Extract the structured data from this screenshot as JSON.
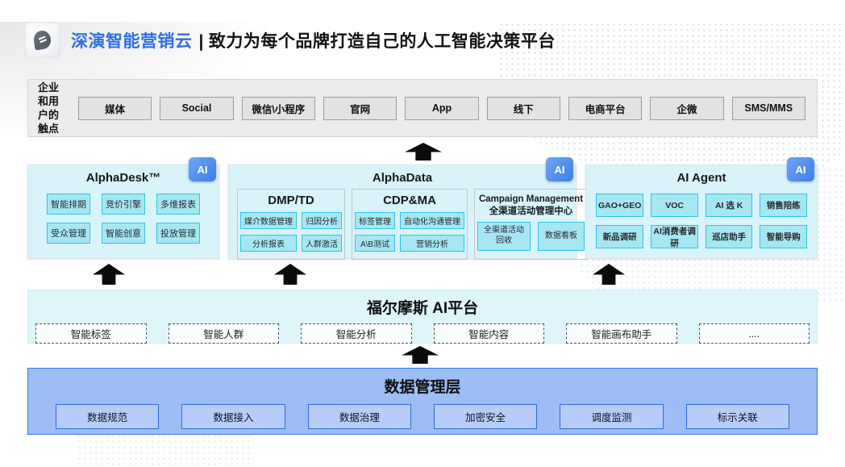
{
  "header": {
    "brand": "深演智能营销云",
    "divider": "|",
    "tagline": "致力为每个品牌打造自己的人工智能决策平台"
  },
  "touchpoints": {
    "label_lines": [
      "企业",
      "和用",
      "户的",
      "触点"
    ],
    "items": [
      "媒体",
      "Social",
      "微信\\小程序",
      "官网",
      "App",
      "线下",
      "电商平台",
      "企微",
      "SMS/MMS"
    ]
  },
  "panels": {
    "alphadesk": {
      "title": "AlphaDesk™",
      "badge": "AI",
      "items": [
        "智能排期",
        "竞价引擎",
        "多维报表",
        "受众管理",
        "智能创意",
        "投放管理"
      ]
    },
    "alphadata": {
      "title": "AlphaData",
      "badge": "AI",
      "groups": [
        {
          "title": "DMP/TD",
          "items": [
            "媒介数据管理",
            "归因分析",
            "分析报表",
            "人群激活"
          ]
        },
        {
          "title": "CDP&MA",
          "items": [
            "标签管理",
            "自动化沟通管理",
            "A\\B测试",
            "营销分析"
          ]
        },
        {
          "title": "Campaign Management",
          "subtitle": "全渠道活动管理中心",
          "items": [
            "全渠道活动回收",
            "数据看板"
          ]
        }
      ]
    },
    "aiagent": {
      "title": "AI Agent",
      "badge": "AI",
      "items": [
        "GAO+GEO",
        "VOC",
        "AI 选 K",
        "销售陪练",
        "新品调研",
        "AI消费者调研",
        "巡店助手",
        "智能导购"
      ]
    }
  },
  "holmes": {
    "title": "福尔摩斯 AI平台",
    "items": [
      "智能标签",
      "智能人群",
      "智能分析",
      "智能内容",
      "智能画布助手",
      "...."
    ]
  },
  "datalayer": {
    "title": "数据管理层",
    "items": [
      "数据规范",
      "数据接入",
      "数据治理",
      "加密安全",
      "调度监测",
      "标示关联"
    ]
  },
  "colors": {
    "brand_blue": "#2f6fe4",
    "panel_cyan": "#d9f3fa",
    "button_cyan": "#a7e7f4",
    "button_cyan_border": "#2cc5e8",
    "ai_badge_blue": "#4e8fe8",
    "datalayer_bg": "#9cbdf6",
    "datalayer_border": "#3a75e8",
    "arrow_black": "#0b0b0b"
  }
}
